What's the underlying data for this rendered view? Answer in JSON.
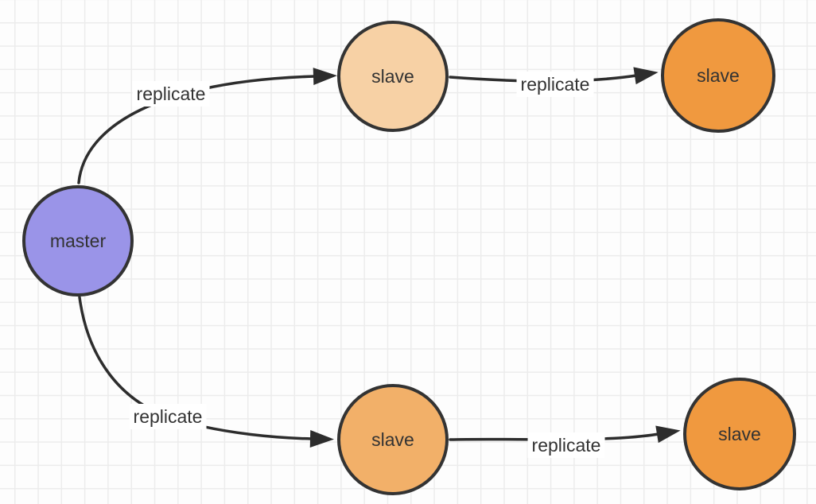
{
  "colors": {
    "canvas_background": "#fdfdfd",
    "grid_line": "#ececec",
    "node_border": "#333333",
    "edge_stroke": "#2d2d2d",
    "label_text": "#333333",
    "label_background": "#ffffff",
    "master_fill": "#9a94e8",
    "slave_light_fill": "#f7d1a5",
    "slave_medium_fill": "#f2b069",
    "slave_dark_fill": "#f0993f"
  },
  "nodes": [
    {
      "id": "master",
      "label": "master",
      "fill": "#9a94e8"
    },
    {
      "id": "slave-top-1",
      "label": "slave",
      "fill": "#f7d1a5"
    },
    {
      "id": "slave-top-2",
      "label": "slave",
      "fill": "#f0993f"
    },
    {
      "id": "slave-bottom-1",
      "label": "slave",
      "fill": "#f2b069"
    },
    {
      "id": "slave-bottom-2",
      "label": "slave",
      "fill": "#f0993f"
    }
  ],
  "edges": [
    {
      "from": "master",
      "to": "slave-top-1",
      "label": "replicate"
    },
    {
      "from": "slave-top-1",
      "to": "slave-top-2",
      "label": "replicate"
    },
    {
      "from": "master",
      "to": "slave-bottom-1",
      "label": "replicate"
    },
    {
      "from": "slave-bottom-1",
      "to": "slave-bottom-2",
      "label": "replicate"
    }
  ]
}
